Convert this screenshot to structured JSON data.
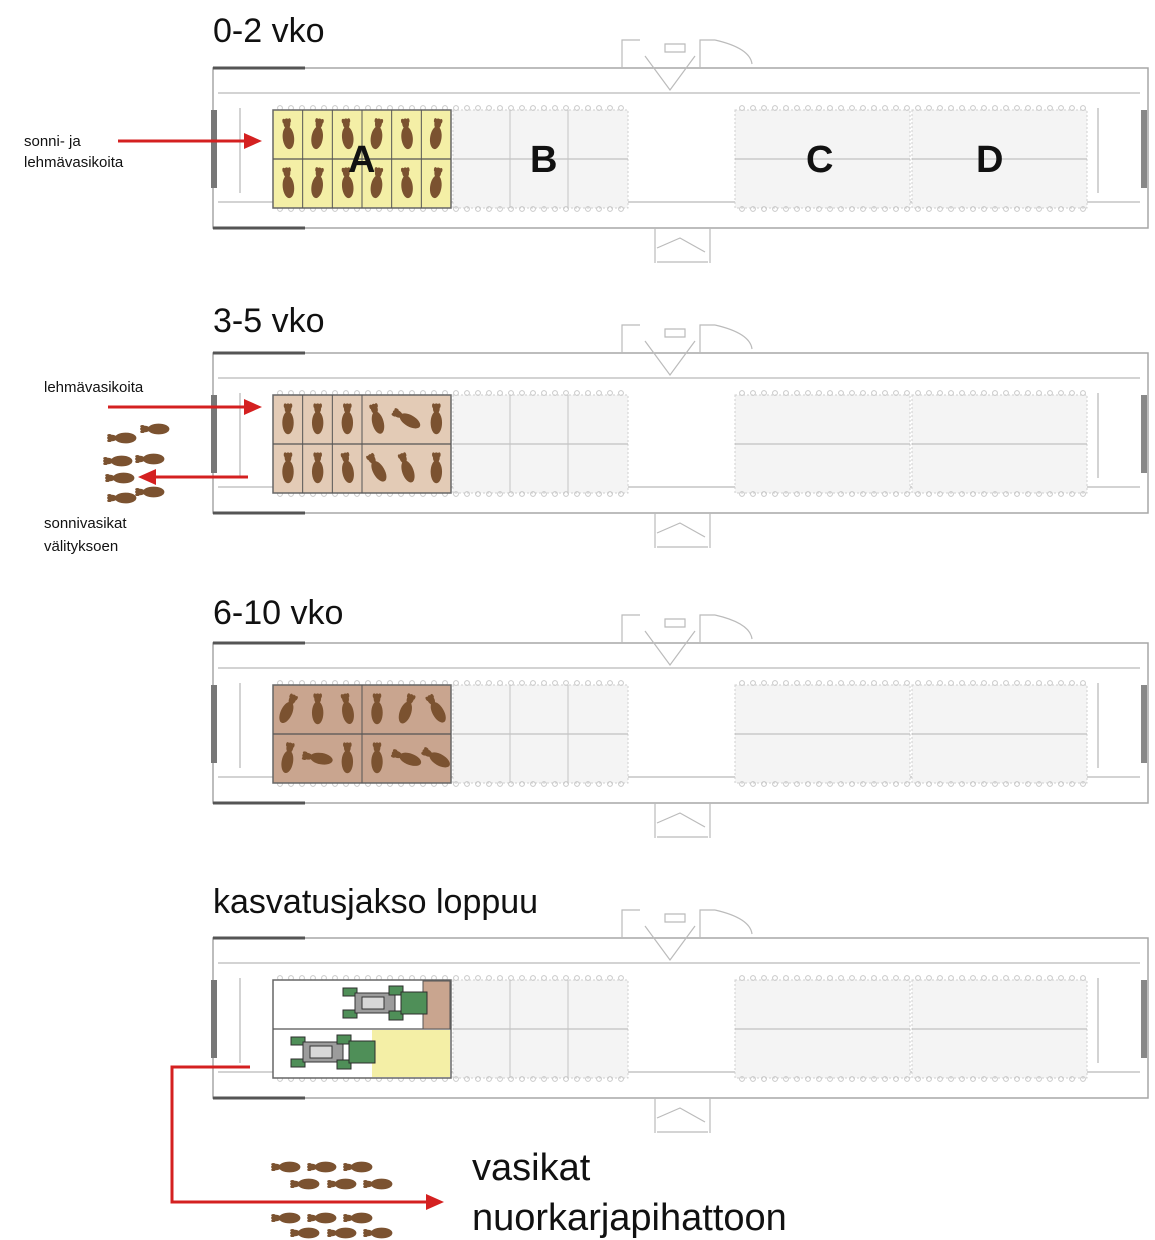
{
  "stages": [
    {
      "title": "0-2 vko",
      "pens": [
        "A",
        "B",
        "C",
        "D"
      ],
      "fill": "straw",
      "calves": "upright"
    },
    {
      "title": "3-5 vko",
      "pens": [],
      "fill": "bedding",
      "calves": "mixed"
    },
    {
      "title": "6-10 vko",
      "pens": [],
      "fill": "manure",
      "calves": "mixed"
    },
    {
      "title": "kasvatusjakso loppuu",
      "pens": [],
      "fill": "cleaning",
      "calves": "none"
    }
  ],
  "annotations": {
    "stage1_in_line1": "sonni- ja",
    "stage1_in_line2": "lehmävasikoita",
    "stage2_in": "lehmävasikoita",
    "stage2_out_line1": "sonnivasikat",
    "stage2_out_line2": "välityksoen",
    "final_line1": "vasikat",
    "final_line2": "nuorkarjapihattoon"
  },
  "colors": {
    "straw": "#f4efa6",
    "bedding": "#e3cbb6",
    "manure": "#c9a58f",
    "calf": "#7b5230",
    "arrow": "#d42020",
    "tractor": "#4f8f58",
    "outline": "#a7a7a7"
  }
}
